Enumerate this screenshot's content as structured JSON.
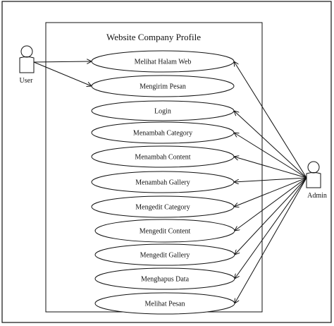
{
  "diagram": {
    "system_title": "Website Company Profile",
    "actors": {
      "user": {
        "label": "User"
      },
      "admin": {
        "label": "Admin"
      }
    },
    "use_cases": [
      {
        "id": "melihat-halam-web",
        "label": "Melihat Halam Web"
      },
      {
        "id": "mengirim-pesan",
        "label": "Mengirim Pesan"
      },
      {
        "id": "login",
        "label": "Login"
      },
      {
        "id": "menambah-category",
        "label": "Menambah Category"
      },
      {
        "id": "menambah-content",
        "label": "Menambah Content"
      },
      {
        "id": "menambah-gallery",
        "label": "Menambah Gallery"
      },
      {
        "id": "mengedit-category",
        "label": "Mengedit Category"
      },
      {
        "id": "mengedit-content",
        "label": "Mengedit Content"
      },
      {
        "id": "mengedit-gallery",
        "label": "Mengedit Gallery"
      },
      {
        "id": "menghapus-data",
        "label": "Menghapus Data"
      },
      {
        "id": "melihat-pesan",
        "label": "Melihat Pesan"
      }
    ],
    "associations": {
      "user": [
        "melihat-halam-web",
        "mengirim-pesan"
      ],
      "admin": [
        "melihat-halam-web",
        "login",
        "menambah-category",
        "menambah-content",
        "menambah-gallery",
        "mengedit-category",
        "mengedit-content",
        "mengedit-gallery",
        "menghapus-data",
        "melihat-pesan"
      ]
    }
  }
}
